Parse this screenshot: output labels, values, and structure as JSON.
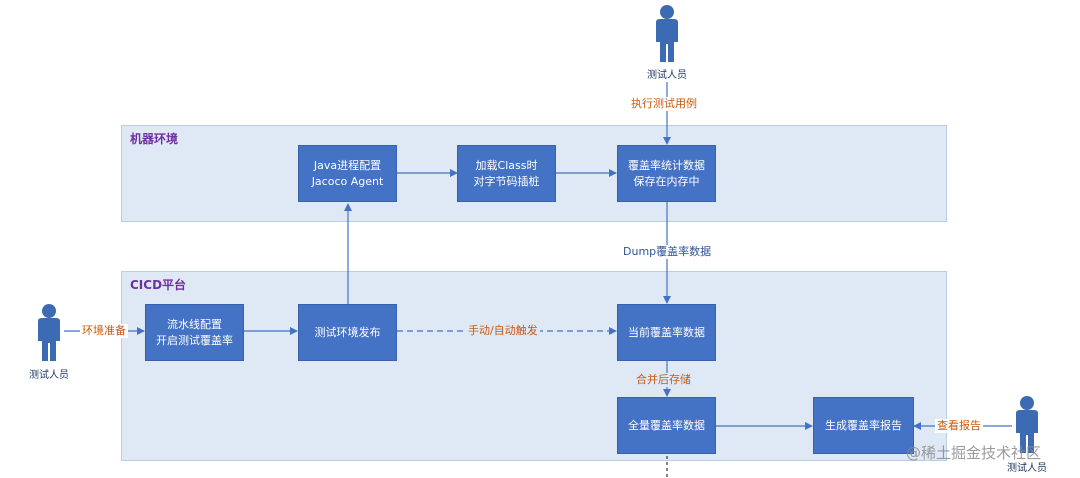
{
  "regions": {
    "machine": {
      "title": "机器环境"
    },
    "cicd": {
      "title": "CICD平台"
    }
  },
  "people": {
    "top": {
      "label": "测试人员"
    },
    "left": {
      "label": "测试人员"
    },
    "right": {
      "label": "测试人员"
    }
  },
  "boxes": {
    "java_config": [
      "Java进程配置",
      "Jacoco Agent"
    ],
    "load_class": [
      "加载Class时",
      "对字节码插桩"
    ],
    "coverage_memory": [
      "覆盖率统计数据",
      "保存在内存中"
    ],
    "pipeline_config": [
      "流水线配置",
      "开启测试覆盖率"
    ],
    "env_publish": [
      "测试环境发布"
    ],
    "current_coverage": [
      "当前覆盖率数据"
    ],
    "full_coverage": [
      "全量覆盖率数据"
    ],
    "gen_report": [
      "生成覆盖率报告"
    ]
  },
  "edge_labels": {
    "execute_cases": "执行测试用例",
    "dump_coverage": "Dump覆盖率数据",
    "env_prepare": "环境准备",
    "trigger": "手动/自动触发",
    "merge_store": "合并后存储",
    "view_report": "查看报告"
  },
  "colors": {
    "box": "#4472c4",
    "region": "#dfe9f6",
    "region_title": "#7030a0",
    "label_orange": "#c55a11",
    "label_blue": "#2f5597",
    "person": "#3d6bb3"
  },
  "watermark": "@稀土掘金技术社区"
}
